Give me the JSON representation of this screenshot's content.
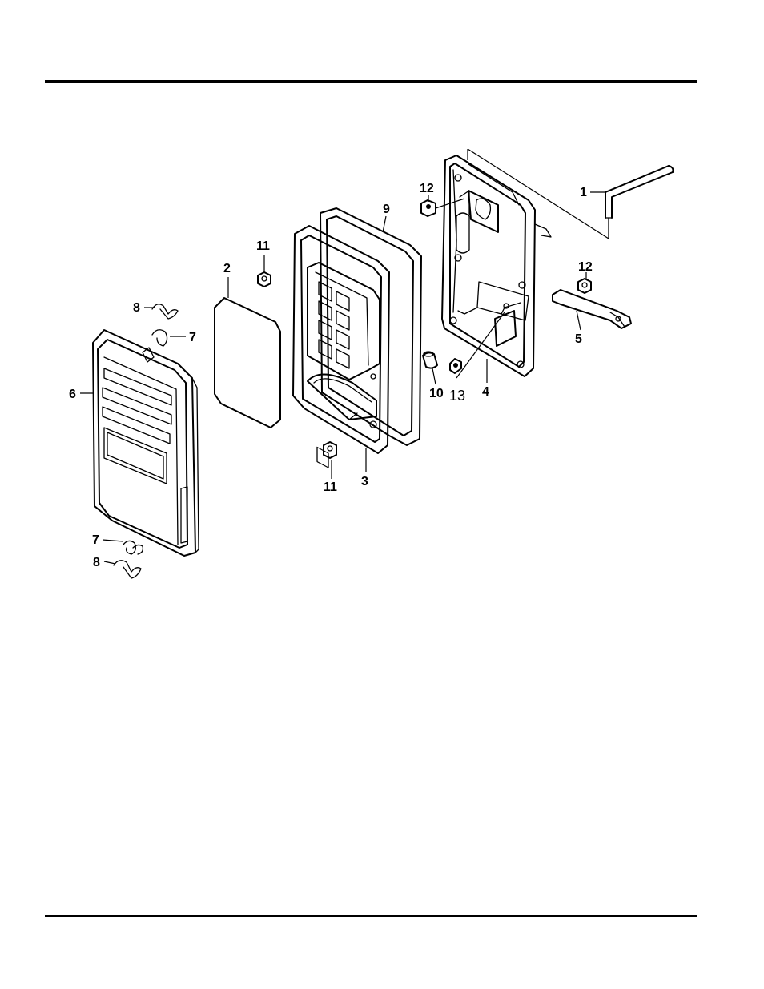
{
  "diagram": {
    "callouts": {
      "c1": "1",
      "c2": "2",
      "c3": "3",
      "c4": "4",
      "c5": "5",
      "c6": "6",
      "c7a": "7",
      "c7b": "7",
      "c8a": "8",
      "c8b": "8",
      "c9": "9",
      "c10": "10",
      "c11a": "11",
      "c11b": "11",
      "c12a": "12",
      "c12b": "12",
      "c13": "13"
    }
  }
}
